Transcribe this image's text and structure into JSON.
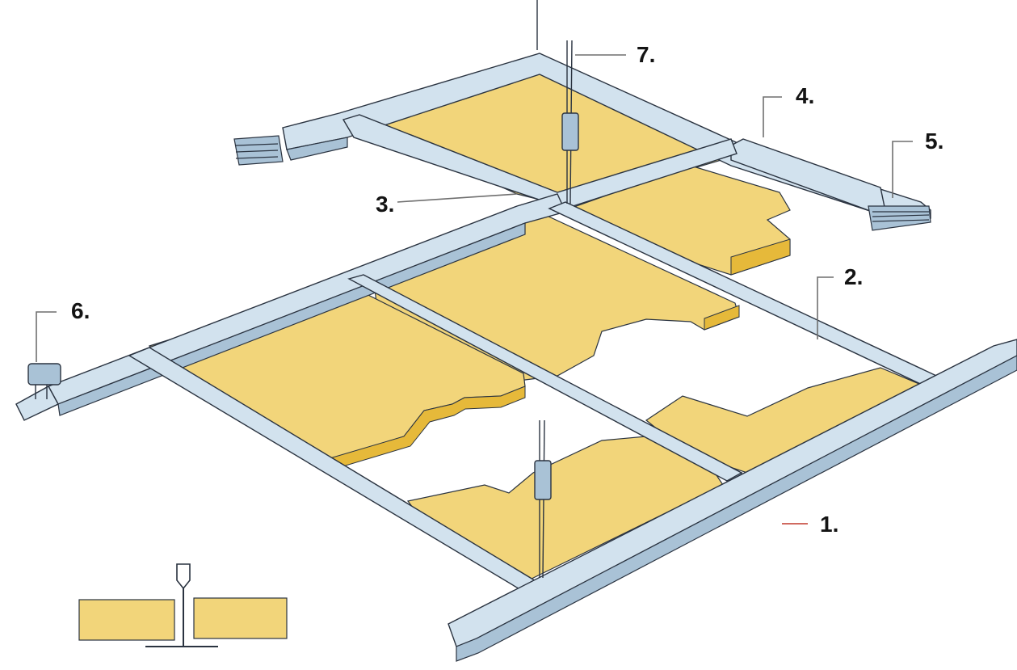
{
  "callouts": [
    {
      "id": "1",
      "text": "1."
    },
    {
      "id": "2",
      "text": "2."
    },
    {
      "id": "3",
      "text": "3."
    },
    {
      "id": "4",
      "text": "4."
    },
    {
      "id": "5",
      "text": "5."
    },
    {
      "id": "6",
      "text": "6."
    },
    {
      "id": "7",
      "text": "7."
    }
  ],
  "colors": {
    "panel": "#F2D57A",
    "panel_edge": "#E6B93A",
    "rail_top": "#D2E2EE",
    "rail_side": "#A9C2D6",
    "rail_outline": "#2A3340",
    "label": "#141414",
    "leader": "#6F6F6F",
    "leader_accent": "#C0392B",
    "background": "#FFFFFF"
  },
  "icons": [
    "hanger-wire-icon",
    "adjuster-clip-icon",
    "wall-angle-icon",
    "splice-clip-icon",
    "section-detail-icon"
  ]
}
